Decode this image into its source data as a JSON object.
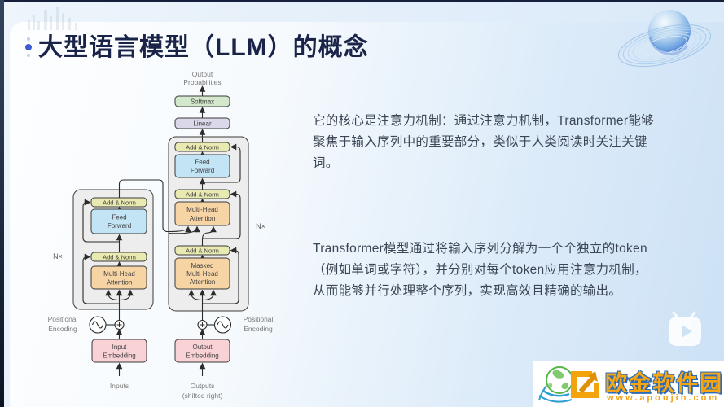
{
  "header": {
    "title": "大型语言模型（LLM）的概念"
  },
  "paragraphs": {
    "attention": {
      "line1": "它的核心是注意力机制：通过注意力机制，Transformer能够",
      "line2": "聚焦于输入序列中的重要部分，类似于人类阅读时关注关键词。"
    },
    "token": {
      "line1": "Transformer模型通过将输入序列分解为一个个独立的token",
      "line2": "（例如单词或字符），并分别对每个token应用注意力机制，",
      "line3": "从而能够并行处理整个序列，实现高效且精确的输出。"
    }
  },
  "diagram": {
    "labels": {
      "output_prob_1": "Output",
      "output_prob_2": "Probabilities",
      "softmax": "Softmax",
      "linear": "Linear",
      "add_norm": "Add & Norm",
      "feed_1": "Feed",
      "feed_2": "Forward",
      "attn_1": "Multi-Head",
      "attn_2": "Attention",
      "masked_1": "Masked",
      "masked_2": "Multi-Head",
      "masked_3": "Attention",
      "n_times": "N×",
      "pos_1": "Positional",
      "pos_2": "Encoding",
      "input_embed_1": "Input",
      "input_embed_2": "Embedding",
      "output_embed_1": "Output",
      "output_embed_2": "Embedding",
      "inputs": "Inputs",
      "outputs_1": "Outputs",
      "outputs_2": "(shifted right)"
    },
    "colors": {
      "softmax": "#d2e7cc",
      "linear": "#dbd8e9",
      "add_norm": "#e9eab2",
      "feed_forward": "#c3e4f5",
      "attention": "#f7d4a4",
      "embedding": "#f9d2d6",
      "container": "#ededed"
    }
  },
  "watermark": {
    "site_name": "欧金软件园",
    "site_url": "www.apoujin.com"
  }
}
